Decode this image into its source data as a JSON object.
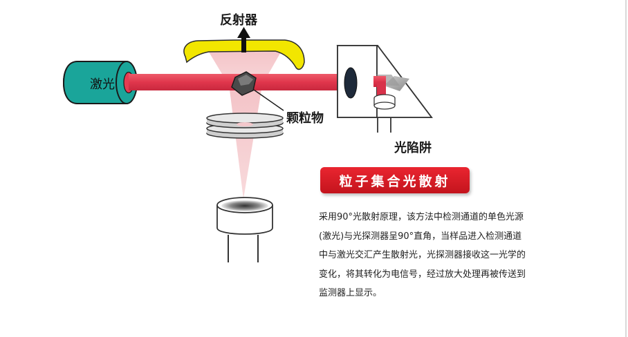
{
  "labels": {
    "reflector": "反射器",
    "laser": "激光",
    "particle": "颗粒物",
    "light_trap": "光陷阱"
  },
  "title": "粒子集合光散射",
  "description": [
    "采用90°光散射原理，该方法中检测通道的单色光源",
    "(激光)与光探测器呈90°直角，当样品进入检测通道",
    "中与激光交汇产生散射光，光探测器接收这一光学的",
    "变化，将其转化为电信号，经过放大处理再被传送到",
    "监测器上显示。"
  ],
  "colors": {
    "laser_body": "#1aa59a",
    "laser_beam": "#e43c52",
    "reflector": "#f2e600",
    "cone": "#f4c8cc",
    "title_bg": "#d9161f"
  },
  "icons": {
    "reflector": "reflector-icon",
    "arrow": "arrow-up-icon",
    "particle": "particle-icon",
    "detector": "photodetector-icon",
    "trap": "light-trap-icon"
  }
}
